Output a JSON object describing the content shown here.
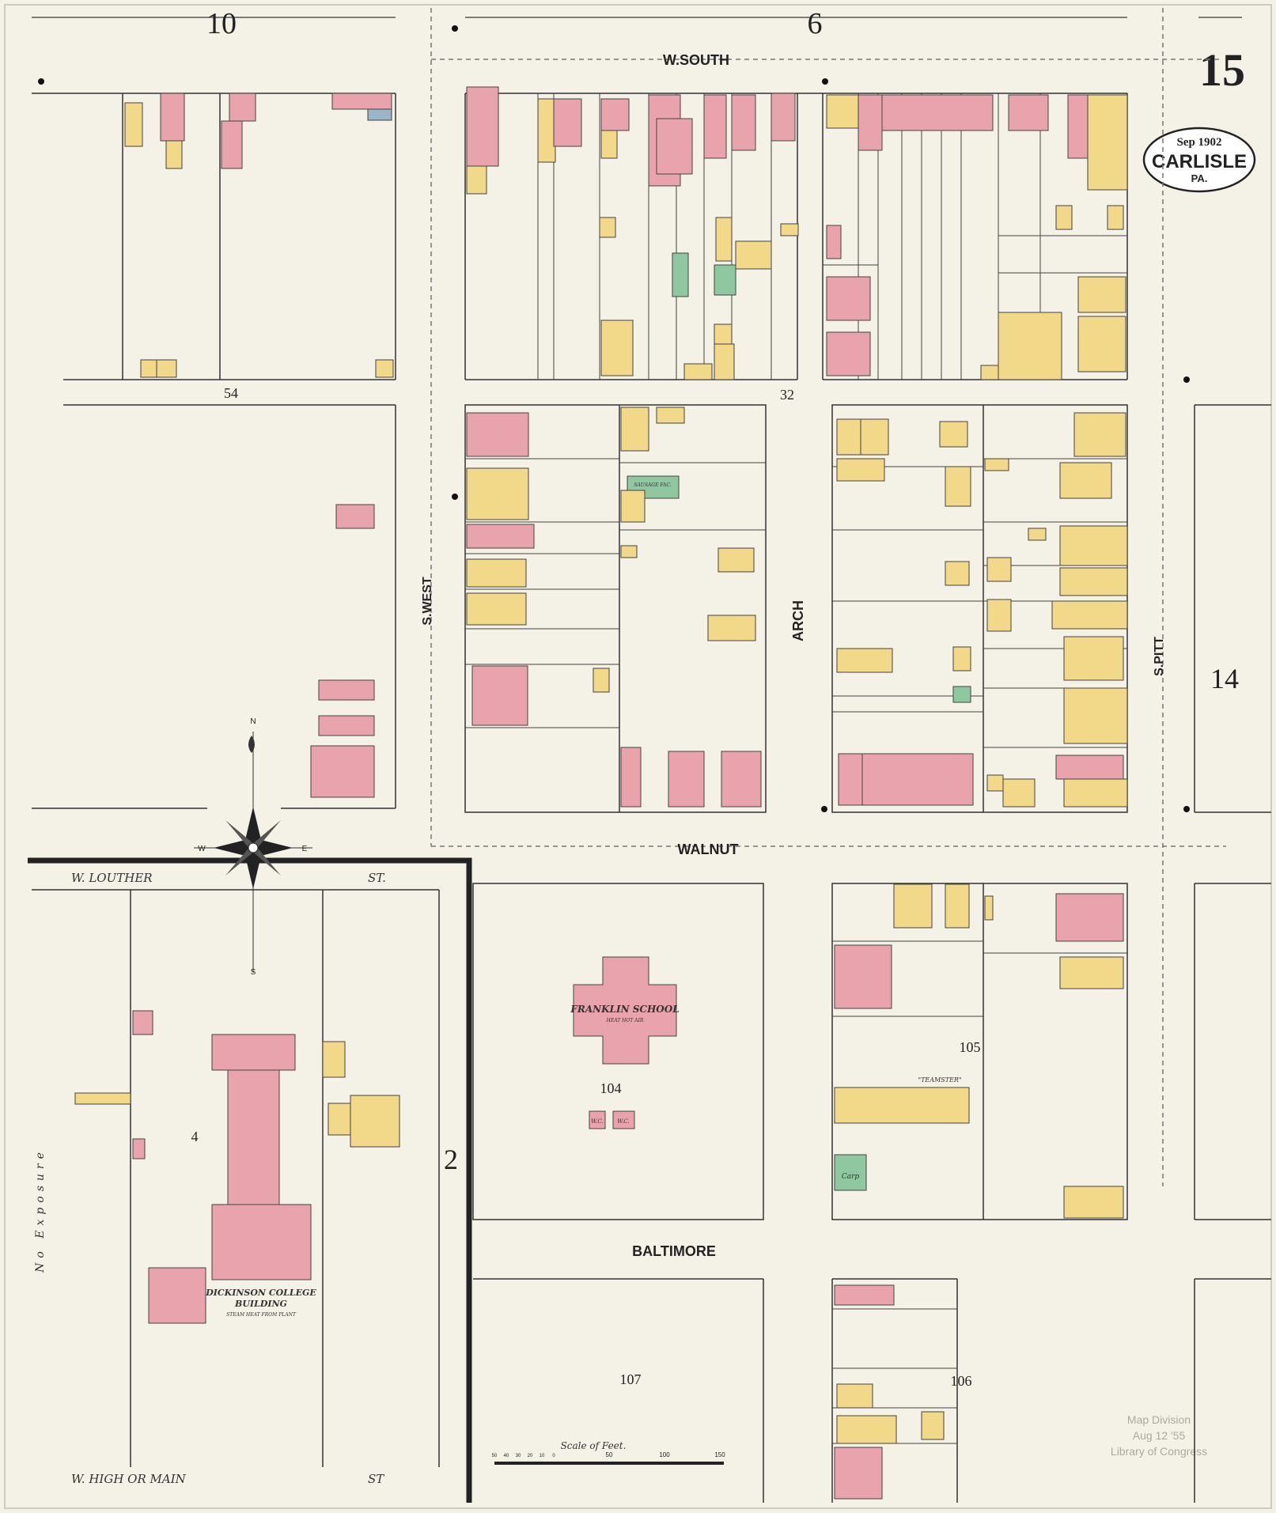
{
  "sheet": {
    "page_number": "15",
    "adjoining_top_left": "10",
    "adjoining_top_right": "6",
    "adjoining_right": "14",
    "adjoining_left_bottom": "2"
  },
  "cartouche": {
    "date": "Sep 1902",
    "city": "CARLISLE",
    "state": "PA."
  },
  "streets": {
    "w_south": "W.SOUTH",
    "walnut": "WALNUT",
    "baltimore": "BALTIMORE",
    "arch": "ARCH",
    "s_west": "S.WEST",
    "s_pitt": "S.PITT",
    "w_louther": "W.  LOUTHER",
    "louther_st": "ST.",
    "w_high": "W. HIGH OR MAIN",
    "high_st": "ST"
  },
  "blocks": {
    "b54": "54",
    "b32": "32",
    "b104": "104",
    "b105": "105",
    "b106": "106",
    "b107": "107",
    "b4": "4"
  },
  "buildings": {
    "franklin_school": "FRANKLIN SCHOOL",
    "franklin_heat": "HEAT HOT AIR",
    "dickinson_1": "DICKINSON COLLEGE",
    "dickinson_2": "BUILDING",
    "dickinson_heat": "STEAM HEAT FROM PLANT",
    "teamster": "\"TEAMSTER\"",
    "carp": "Carp",
    "sausage": "SAUSAGE FAC.",
    "wc1": "W.C.",
    "wc2": "W.C."
  },
  "scale": {
    "title": "Scale of Feet.",
    "ticks": [
      "50",
      "40",
      "30",
      "20",
      "10",
      "0",
      "50",
      "100",
      "150"
    ]
  },
  "notes": {
    "exposure": "No Exposure"
  },
  "stamp": {
    "line1": "Map Division",
    "line2": "Aug 12 '55",
    "line3": "Library of Congress"
  },
  "compass": {
    "n": "N",
    "s": "S",
    "e": "E",
    "w": "W"
  },
  "colors": {
    "brick": "#e9a3ad",
    "frame": "#f2d98a",
    "stone": "#8fc7a0",
    "paper": "#f4f1e6"
  }
}
